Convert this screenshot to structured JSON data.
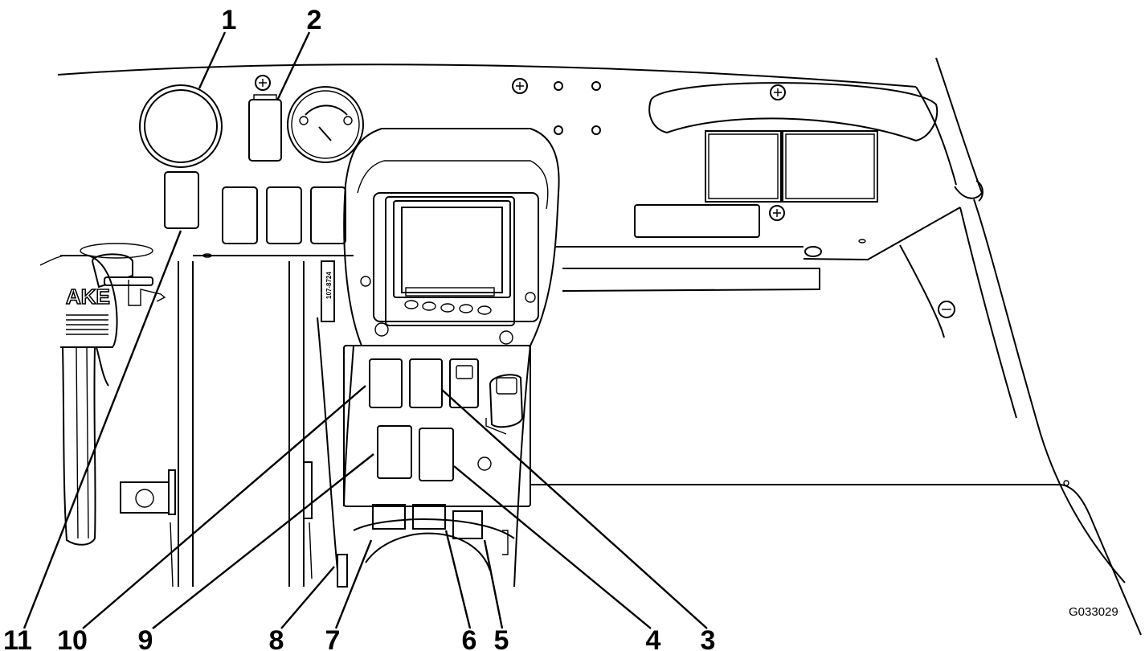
{
  "figure": {
    "id_label": "G033029",
    "decal_part_number": "107-8724",
    "brake_decal_text": "AKE"
  },
  "callouts": [
    {
      "number": "1"
    },
    {
      "number": "2"
    },
    {
      "number": "3"
    },
    {
      "number": "4"
    },
    {
      "number": "5"
    },
    {
      "number": "6"
    },
    {
      "number": "7"
    },
    {
      "number": "8"
    },
    {
      "number": "9"
    },
    {
      "number": "10"
    },
    {
      "number": "11"
    }
  ],
  "colors": {
    "line": "#000000",
    "background": "#ffffff"
  }
}
